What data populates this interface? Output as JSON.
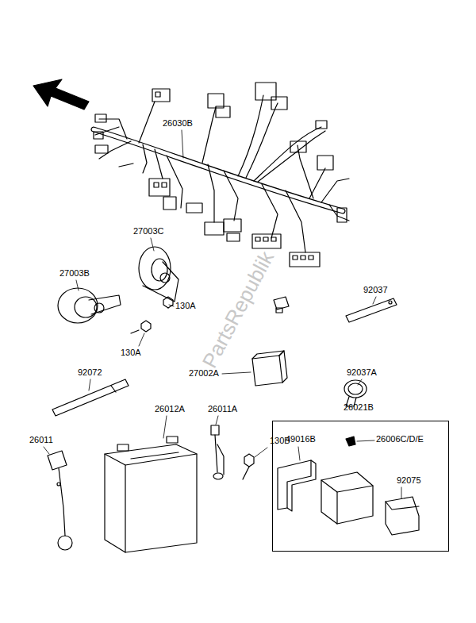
{
  "diagram": {
    "nodes": [
      {
        "text": [
          "26021B",
          "49016B",
          "26006C/D/E",
          "92075"
        ]
      }
    ],
    "labels": [
      "26030B",
      "27003C",
      "27003B",
      "130A",
      "92037",
      "130A",
      "92072",
      "27002A",
      "92037A",
      "26012A",
      "26011A",
      "26011",
      "130B",
      "PartsRepublik"
    ]
  }
}
